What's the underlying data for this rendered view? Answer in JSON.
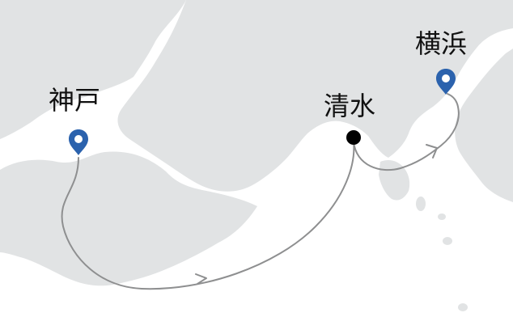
{
  "map": {
    "colors": {
      "sea": "#ffffff",
      "land": "#e1e3e4",
      "route": "#8e8f90",
      "pin": "#2b62ad",
      "pin_inner": "#ffffff",
      "stopover_dot": "#000000"
    },
    "places": [
      {
        "id": "kobe",
        "label": "神戸",
        "marker": "pin-icon"
      },
      {
        "id": "shimizu",
        "label": "清水",
        "marker": "dot"
      },
      {
        "id": "yokohama",
        "label": "横浜",
        "marker": "pin-icon"
      }
    ],
    "route": {
      "order": [
        "kobe",
        "shimizu",
        "yokohama"
      ],
      "style": "curved-line-with-arrowheads"
    }
  }
}
